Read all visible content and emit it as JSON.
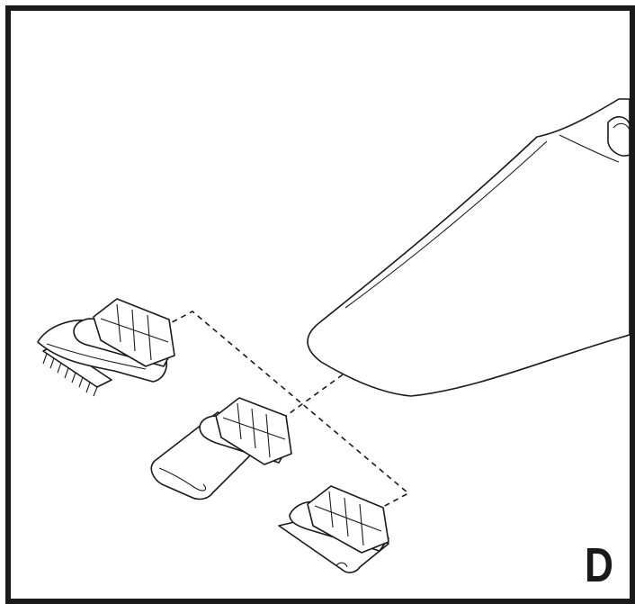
{
  "figure": {
    "panel_label": "D",
    "border_color": "#1a1a1a"
  },
  "parts": [
    {
      "name": "vacuum-nozzle",
      "icon": "handheld-vacuum-nozzle"
    },
    {
      "name": "brush-attachment",
      "icon": "brush-tool"
    },
    {
      "name": "crevice-attachment",
      "icon": "crevice-tool"
    },
    {
      "name": "scraper-attachment",
      "icon": "scraper-tool"
    }
  ]
}
